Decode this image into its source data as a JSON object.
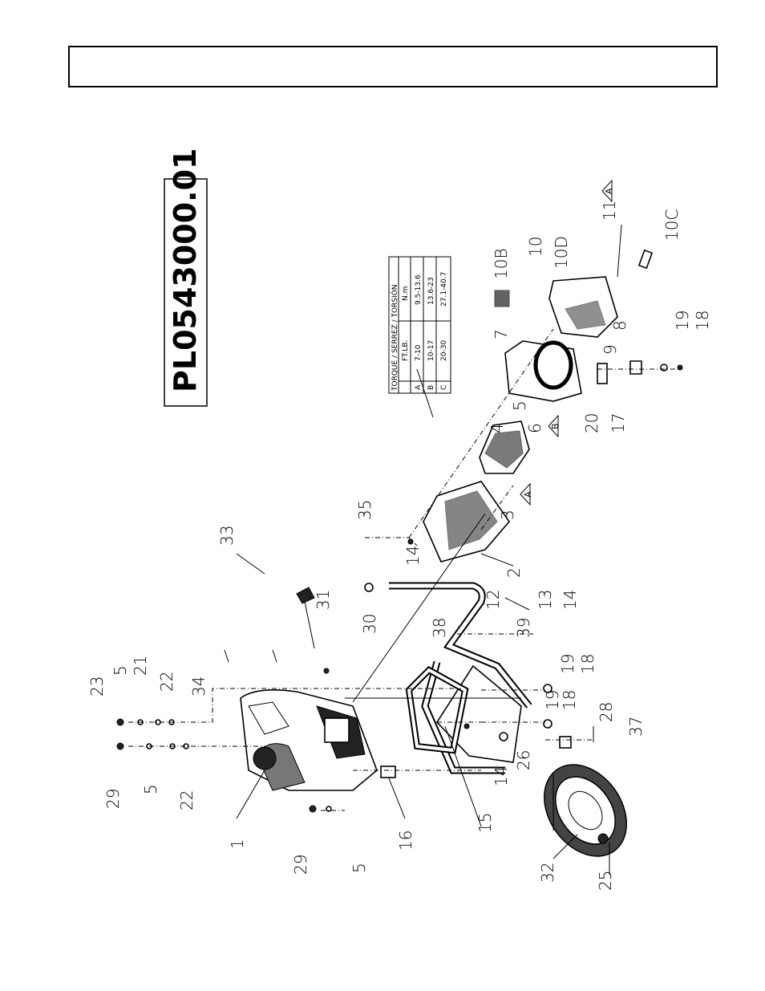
{
  "document": {
    "number": "PL0543000.01"
  },
  "torque_table": {
    "title": "TORQUE / SERREZ / TORSIÓN",
    "col_ftlb": "FT.LB.",
    "col_nm": "N.m",
    "rows": [
      {
        "symbol": "A",
        "ftlb": "7-10",
        "nm": "9.5-13.6"
      },
      {
        "symbol": "B",
        "ftlb": "10-17",
        "nm": "13.6-23"
      },
      {
        "symbol": "C",
        "ftlb": "20-30",
        "nm": "27.1-40.7"
      }
    ]
  },
  "callouts": {
    "c1": "1",
    "c2": "2",
    "c3": "3",
    "c4": "4",
    "c5a": "5",
    "c5b": "5",
    "c5c": "5",
    "c5d": "5",
    "c6": "6",
    "c7": "7",
    "c8": "8",
    "c9": "9",
    "c10": "10",
    "c10b": "10B",
    "c10c": "10C",
    "c10d": "10D",
    "c11": "11",
    "c12": "12",
    "c13": "13",
    "c14a": "14",
    "c14b": "14",
    "c14c": "14",
    "c15": "15",
    "c16": "16",
    "c17": "17",
    "c18a": "18",
    "c18b": "18",
    "c18c": "18",
    "c19a": "19",
    "c19b": "19",
    "c19c": "19",
    "c20": "20",
    "c21": "21",
    "c22a": "22",
    "c22b": "22",
    "c23": "23",
    "c25": "25",
    "c26": "26",
    "c28": "28",
    "c29a": "29",
    "c29b": "29",
    "c30": "30",
    "c31": "31",
    "c32": "32",
    "c33": "33",
    "c34": "34",
    "c35": "35",
    "c37": "37",
    "c38": "38",
    "c39": "39"
  },
  "torque_markers": {
    "m3": "A",
    "m6": "B",
    "m11": "A"
  }
}
